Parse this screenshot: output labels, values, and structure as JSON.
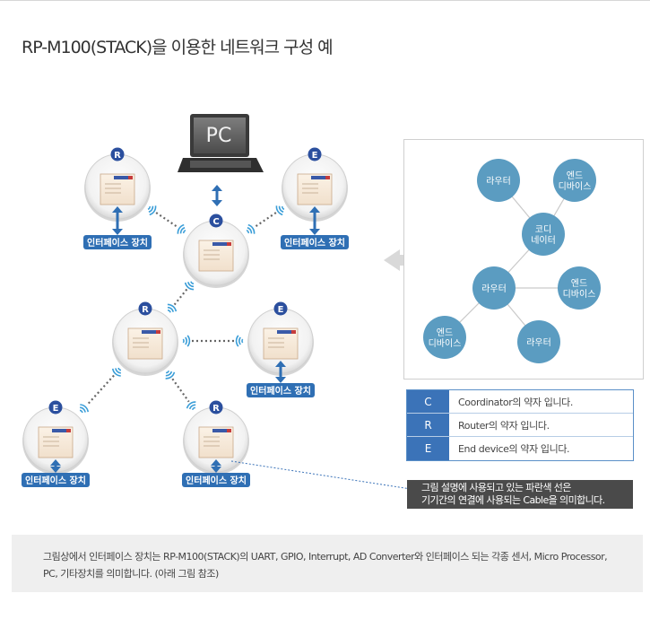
{
  "title": "RP-M100(STACK)을 이용한 네트워크 구성 예",
  "pc_label": "PC",
  "interface_label": "인터페이스 장치",
  "nodes": [
    {
      "id": "r1",
      "badge": "R"
    },
    {
      "id": "e1",
      "badge": "E"
    },
    {
      "id": "c",
      "badge": "C"
    },
    {
      "id": "r2",
      "badge": "R"
    },
    {
      "id": "e2",
      "badge": "E"
    },
    {
      "id": "e3",
      "badge": "E"
    },
    {
      "id": "r3",
      "badge": "R"
    }
  ],
  "topology": {
    "center": "코디\n네이터",
    "router": "라우터",
    "end_device": "엔드\n디바이스"
  },
  "legend": [
    {
      "key": "C",
      "text": "Coordinator의 약자 입니다."
    },
    {
      "key": "R",
      "text": "Router의 약자 입니다."
    },
    {
      "key": "E",
      "text": "End device의 약자 입니다."
    }
  ],
  "callout": {
    "line1": "그림 설명에 사용되고 있는 파란색 선은",
    "line2": "기기간의 연결에 사용되는 Cable을 의미합니다."
  },
  "note": {
    "line1": "그림상에서 인터페이스 장치는 RP-M100(STACK)의 UART, GPIO, Interrupt, AD Converter와 인터페이스 되는 각종 센서, Micro Processor,",
    "line2": "PC, 기타장치를 의미합니다. (아래 그림 참조)"
  },
  "colors": {
    "badge": "#2b4f9e",
    "interface": "#2f6fb4",
    "topology_node": "#5b9cc1",
    "legend_key": "#3b73b8",
    "dotted": "#666666"
  }
}
